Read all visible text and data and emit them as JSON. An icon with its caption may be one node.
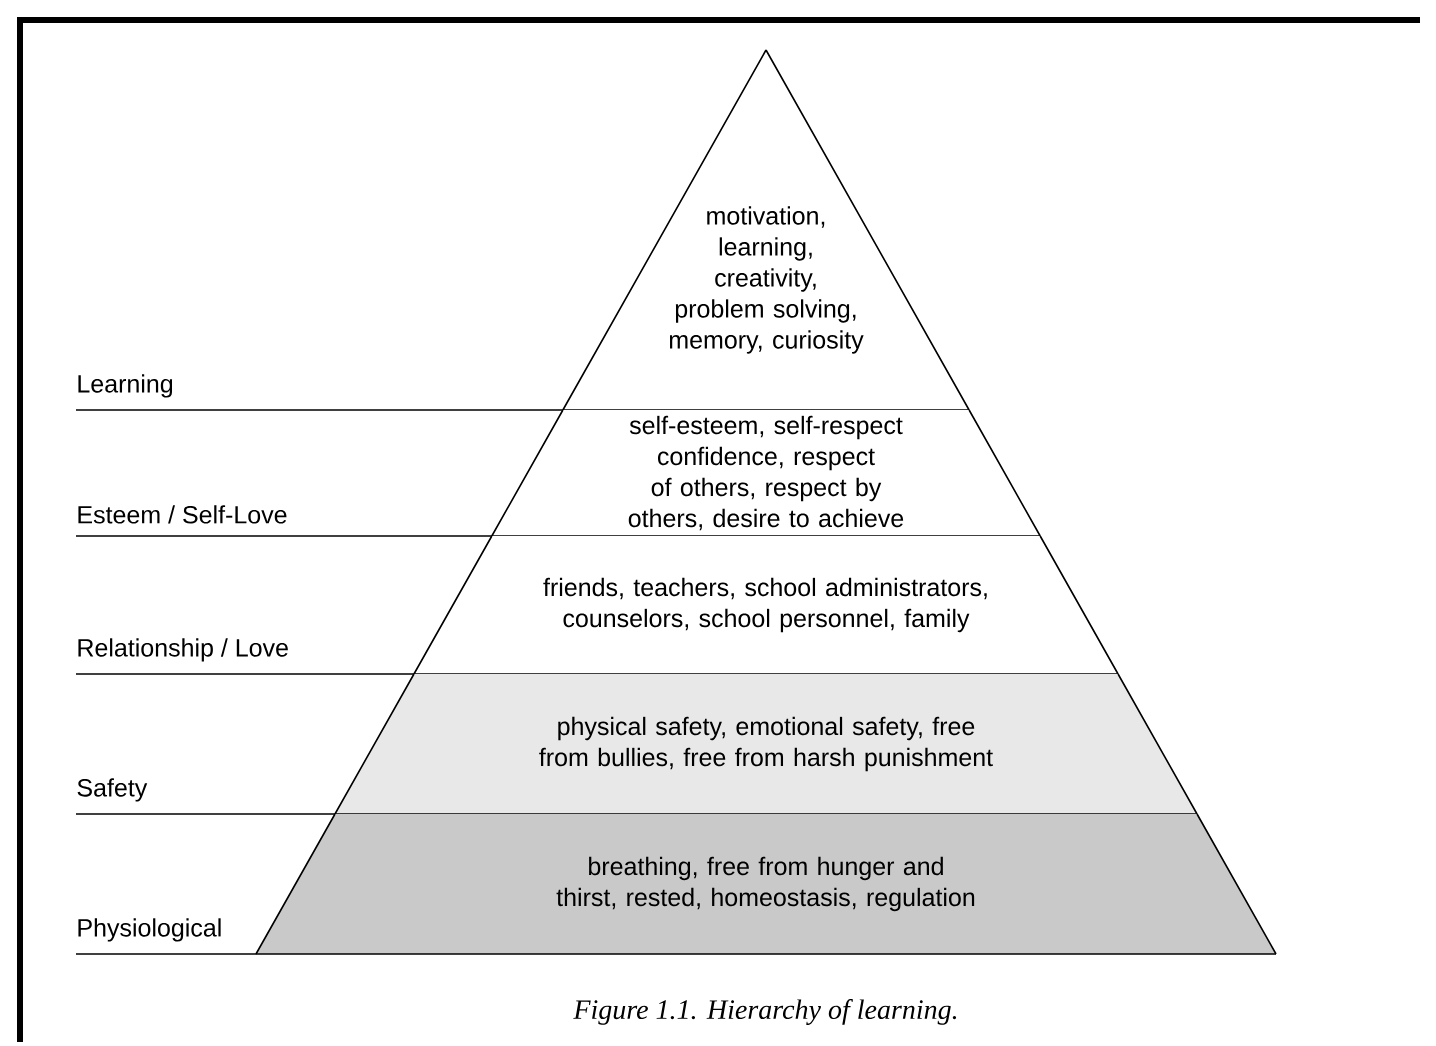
{
  "diagram": {
    "caption": "Figure 1.1. Hierarchy of learning.",
    "nodes": [
      {
        "text": [
          "Learning",
          "motivation, learning, creativity, problem solving, memory, curiosity"
        ]
      },
      {
        "text": [
          "Esteem / Self-Love",
          "self-esteem, self-respect confidence, respect of others, respect by others, desire to achieve"
        ]
      },
      {
        "text": [
          "Relationship / Love",
          "friends, teachers, school administrators, counselors, school personnel, family"
        ]
      },
      {
        "text": [
          "Safety",
          "physical safety, emotional safety, free from bullies, free from harsh punishment"
        ]
      },
      {
        "text": [
          "Physiological",
          "breathing, free from hunger and thirst, rested, homeostasis, regulation"
        ]
      }
    ]
  }
}
